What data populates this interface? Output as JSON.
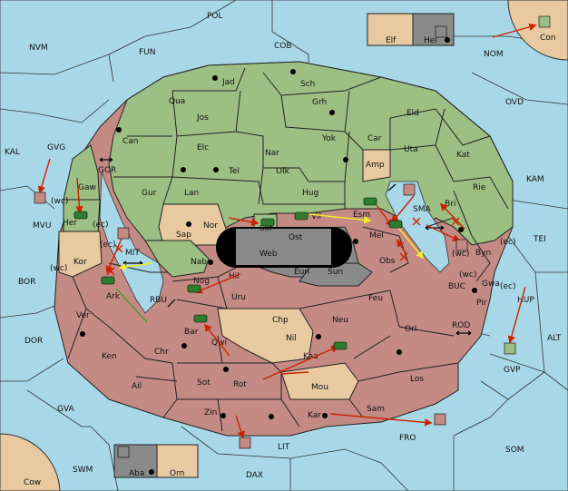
{
  "colors": {
    "sea": "#a8d8e8",
    "green": "#9cbf84",
    "red": "#c48a84",
    "neutral": "#e8c9a0",
    "gray": "#8a8a8a",
    "lightgreen": "#b7d9a0",
    "move_red": "#cc2200",
    "move_yellow": "#f2ee2a",
    "move_green": "#4c9a2a"
  },
  "seas": {
    "POL": "POL",
    "FUN": "FUN",
    "COB": "COB",
    "NVM": "NVM",
    "NOM": "NOM",
    "OVD": "OVD",
    "KAL": "KAL",
    "GVG": "GVG",
    "GOR": "GOR",
    "MVU": "MVU",
    "KAM": "KAM",
    "TEI": "TEI",
    "BOR": "BOR",
    "MIT": "MIT",
    "RBU": "RBU",
    "SMA": "SMA",
    "BUC": "BUC",
    "ROD": "ROD",
    "HUP": "HUP",
    "ALT": "ALT",
    "DOR": "DOR",
    "GVA": "GVA",
    "GVP": "GVP",
    "FRO": "FRO",
    "SOM": "SOM",
    "SWM": "SWM",
    "LIT": "LIT",
    "DAX": "DAX",
    "Cow": "Cow",
    "Con": "Con"
  },
  "provinces": {
    "Jad": "Jad",
    "Sch": "Sch",
    "Qua": "Qua",
    "Grh": "Grh",
    "Jos": "Jos",
    "Eld": "Eld",
    "Can": "Can",
    "Yok": "Yok",
    "Car": "Car",
    "Uta": "Uta",
    "Elc": "Elc",
    "Nar": "Nar",
    "Kat": "Kat",
    "Tel": "Tel",
    "Olk": "Olk",
    "Amp": "Amp",
    "Gaw": "Gaw",
    "Gur": "Gur",
    "Lan": "Lan",
    "Hug": "Hug",
    "Rie": "Rie",
    "Bri": "Bri",
    "Her": "Her",
    "Nor": "Nor",
    "Skr": "Skr",
    "Vil": "Vil",
    "Esm": "Esm",
    "Sap": "Sap",
    "Ost": "Ost",
    "Web": "Web",
    "Mel": "Mel",
    "Byn": "Byn",
    "Kor": "Kor",
    "Nab": "Nab",
    "Eun": "Eun",
    "Sun": "Sun",
    "Obs": "Obs",
    "Gwa": "Gwa",
    "Hil": "Hil",
    "Nog": "Nog",
    "Ark": "Ark",
    "Uru": "Uru",
    "Feu": "Feu",
    "Pir": "Pir",
    "Ver": "Ver",
    "Chp": "Chp",
    "Neu": "Neu",
    "Orl": "Orl",
    "Bar": "Bar",
    "Qwi": "Qwi",
    "Nil": "Nil",
    "Ken": "Ken",
    "Chr": "Chr",
    "Kaa": "Kaa",
    "Los": "Los",
    "Ail": "Ail",
    "Sot": "Sot",
    "Rot": "Rot",
    "Mou": "Mou",
    "Sam": "Sam",
    "Zin": "Zin",
    "Kar": "Kar",
    "Elf": "Elf",
    "Hel": "Hel",
    "Aba": "Aba",
    "Orn": "Orn"
  },
  "coast_tags": {
    "wc_mvu": "(wc)",
    "ec_her": "(ec)",
    "ec_mit": "(ec)",
    "wc_kor": "(wc)",
    "wc_byn": "(wc)",
    "ec_byn": "(ec)",
    "wc_gwa": "(wc)",
    "ec_gwa": "(ec)"
  }
}
